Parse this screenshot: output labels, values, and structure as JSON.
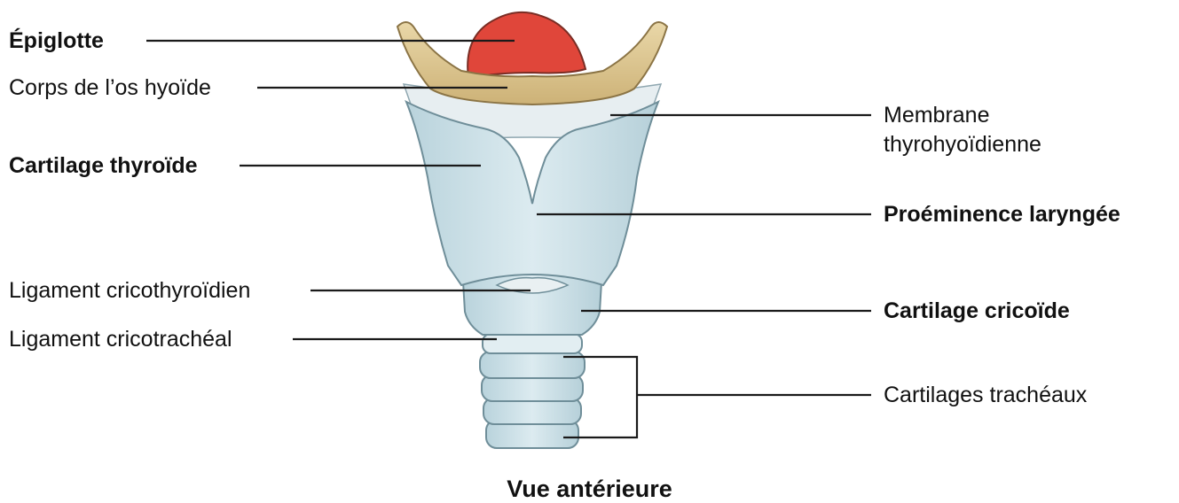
{
  "labels": {
    "epiglotte": "Épiglotte",
    "hyoide": "Corps de l’os hyoïde",
    "thyroide": "Cartilage thyroïde",
    "cricothyroidien": "Ligament cricothyroïdien",
    "cricotracheal": "Ligament cricotrachéal",
    "membrane_line1": "Membrane",
    "membrane_line2": "thyrohyoïdienne",
    "proeminence": "Proéminence laryngée",
    "cricoide": "Cartilage cricoïde",
    "tracheaux": "Cartilages trachéaux"
  },
  "caption": "Vue antérieure",
  "colors": {
    "cartilage": "#cfe3ea",
    "cartilage_edge": "#6f8e99",
    "bone": "#dcc48e",
    "epiglottis": "#e0463a",
    "leader_line": "#1a1a1a"
  }
}
